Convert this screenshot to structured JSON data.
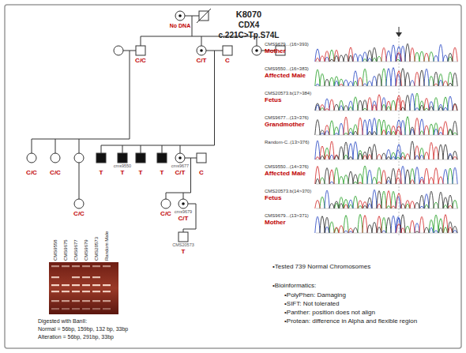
{
  "diagram": {
    "title": "K8070",
    "labels": [
      "CDX4",
      "c.221C>Tp.S74L",
      "No DNA",
      "C/C",
      "C/T",
      "C",
      "C/C",
      "C/C",
      "T",
      "T",
      "T",
      "T",
      "cms9550",
      "cms9677",
      "C/T",
      "C",
      "C/C",
      "C/C",
      "cms9679",
      "C/T",
      "CMS20573",
      "T",
      "CMS9558",
      "CMS9675",
      "CMS9677",
      "CMS9679",
      "CMS20573",
      "Random Male",
      "Digested with BanII:",
      "Normal = 56bp, 159bp, 132 bp, 33bp",
      "Alteration = 56bp, 291bp, 33bp",
      "CMS9679...(16>393)",
      "CMS9550...(16>383)",
      "CMS20573.b(17>384)",
      "CMS9677...(13>376)",
      "Random-C..(13>376)",
      "CMS9550...(14>376)",
      "CMS20573.b(14>370)",
      "CMS9679...(13>371)",
      "Mother",
      "Affected Male",
      "Fetus",
      "Grandmother",
      "Affected Male",
      "Fetus",
      "Mother",
      "•Tested 739 Normal Chromosomes",
      "•Bioinformatics:",
      "•PolyPhen: Damaging",
      "•SIFT: Not tolerated",
      "•Panther: position does not align",
      "•Protean: difference in Alpha and flexible region"
    ]
  }
}
